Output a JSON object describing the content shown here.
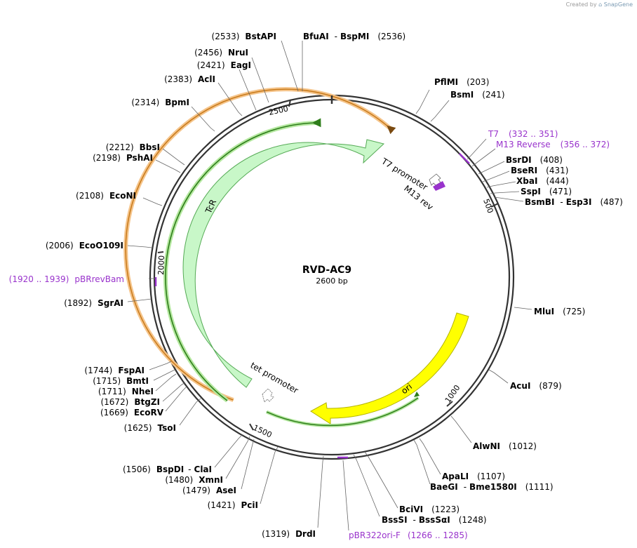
{
  "credit": {
    "prefix": "Created by",
    "brand_icon": "snapgene-logo-icon",
    "brand": "SnapGene"
  },
  "plasmid": {
    "name": "RVD-AC9",
    "length_label": "2600 bp",
    "length": 2600
  },
  "ticks": [
    "500",
    "1000",
    "1500",
    "2000",
    "2500"
  ],
  "sites": [
    {
      "id": "bstapi",
      "pos": "(2533)",
      "name": "BstAPI"
    },
    {
      "id": "bfuai",
      "name": "BfuAI",
      "sep": "-",
      "name2": "BspMI",
      "pos": "(2536)"
    },
    {
      "id": "nrui",
      "pos": "(2456)",
      "name": "NruI"
    },
    {
      "id": "eagi",
      "pos": "(2421)",
      "name": "EagI"
    },
    {
      "id": "acli",
      "pos": "(2383)",
      "name": "AclI"
    },
    {
      "id": "bpmi",
      "pos": "(2314)",
      "name": "BpmI"
    },
    {
      "id": "bbsi",
      "pos": "(2212)",
      "name": "BbsI"
    },
    {
      "id": "pshai",
      "pos": "(2198)",
      "name": "PshAI"
    },
    {
      "id": "econi",
      "pos": "(2108)",
      "name": "EcoNI"
    },
    {
      "id": "eco0109i",
      "pos": "(2006)",
      "name": "EcoO109I"
    },
    {
      "id": "sgrai",
      "pos": "(1892)",
      "name": "SgrAI"
    },
    {
      "id": "fspai",
      "pos": "(1744)",
      "name": "FspAI"
    },
    {
      "id": "bmti",
      "pos": "(1715)",
      "name": "BmtI"
    },
    {
      "id": "nhei",
      "pos": "(1711)",
      "name": "NheI"
    },
    {
      "id": "btgzi",
      "pos": "(1672)",
      "name": "BtgZI"
    },
    {
      "id": "ecorv",
      "pos": "(1669)",
      "name": "EcoRV"
    },
    {
      "id": "tsoi",
      "pos": "(1625)",
      "name": "TsoI"
    },
    {
      "id": "bspdi",
      "pos": "(1506)",
      "name": "BspDI",
      "sep": "-",
      "name2": "ClaI"
    },
    {
      "id": "xmni",
      "pos": "(1480)",
      "name": "XmnI"
    },
    {
      "id": "asei",
      "pos": "(1479)",
      "name": "AseI"
    },
    {
      "id": "pcii",
      "pos": "(1421)",
      "name": "PciI"
    },
    {
      "id": "drdi",
      "pos": "(1319)",
      "name": "DrdI"
    },
    {
      "id": "pflmi",
      "name": "PflMI",
      "pos": "(203)"
    },
    {
      "id": "bsmi",
      "name": "BsmI",
      "pos": "(241)"
    },
    {
      "id": "bsrdi",
      "name": "BsrDI",
      "pos": "(408)"
    },
    {
      "id": "bseri",
      "name": "BseRI",
      "pos": "(431)"
    },
    {
      "id": "xbai",
      "name": "XbaI",
      "pos": "(444)"
    },
    {
      "id": "sspi",
      "name": "SspI",
      "pos": "(471)"
    },
    {
      "id": "bsmbi",
      "name": "BsmBI",
      "sep": "-",
      "name2": "Esp3I",
      "pos": "(487)"
    },
    {
      "id": "mlui",
      "name": "MluI",
      "pos": "(725)"
    },
    {
      "id": "acui",
      "name": "AcuI",
      "pos": "(879)"
    },
    {
      "id": "alwni",
      "name": "AlwNI",
      "pos": "(1012)"
    },
    {
      "id": "apali",
      "name": "ApaLI",
      "pos": "(1107)"
    },
    {
      "id": "baegi",
      "name": "BaeGI",
      "sep": "-",
      "name2": "Bme1580I",
      "pos": "(1111)"
    },
    {
      "id": "bcivi",
      "name": "BciVI",
      "pos": "(1223)"
    },
    {
      "id": "bsssi",
      "name": "BssSI",
      "sep": "-",
      "name2": "BssSαI",
      "pos": "(1248)"
    }
  ],
  "primers": [
    {
      "id": "t7",
      "name": "T7",
      "range": "(332 .. 351)"
    },
    {
      "id": "m13rev",
      "name": "M13 Reverse",
      "range": "(356 .. 372)"
    },
    {
      "id": "pbrrevbam",
      "range": "(1920 .. 1939)",
      "name": "pBRrevBam"
    },
    {
      "id": "pbr322ori",
      "name": "pBR322ori-F",
      "range": "(1266 .. 1285)"
    }
  ],
  "features": [
    {
      "id": "tcr",
      "label": "TcR",
      "color": "#c8f7c8"
    },
    {
      "id": "ori",
      "label": "ori",
      "color": "#ffff00"
    },
    {
      "id": "t7-promoter",
      "label": "T7 promoter"
    },
    {
      "id": "m13-rev",
      "label": "M13 rev",
      "color": "#9933cc"
    },
    {
      "id": "tet-promoter",
      "label": "tet promoter"
    }
  ],
  "colors": {
    "backbone": "#333333",
    "primer": "#9933cc",
    "orange_arc": "#f0a030",
    "green_arc": "#2e7d1a",
    "green_glow": "#b5e8a0"
  }
}
